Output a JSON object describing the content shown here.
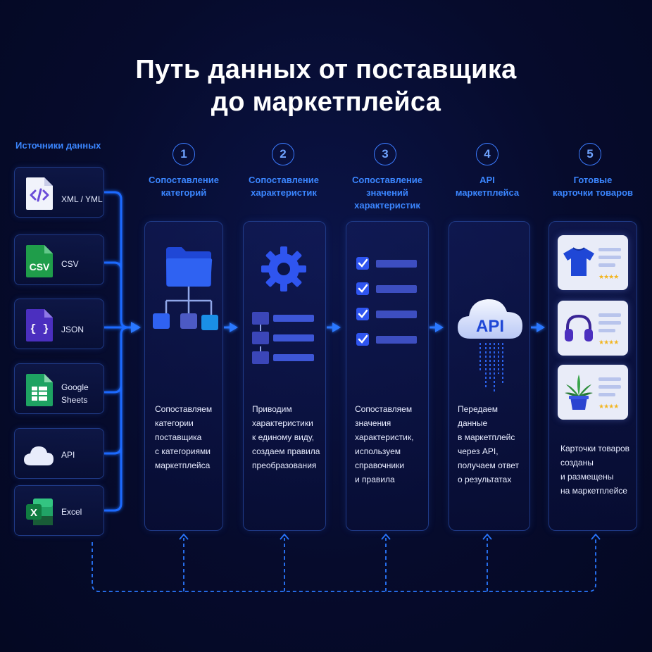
{
  "title": {
    "line1": "Путь данных от поставщика",
    "line2": "до маркетплейса"
  },
  "sources": {
    "heading": "Источники данных",
    "items": [
      {
        "label": "XML / YML",
        "icon": "xml-file-icon"
      },
      {
        "label": "CSV",
        "icon": "csv-file-icon",
        "badge": "CSV"
      },
      {
        "label": "JSON",
        "icon": "json-file-icon",
        "badge": "{ }"
      },
      {
        "label_line1": "Google",
        "label_line2": "Sheets",
        "icon": "google-sheets-icon"
      },
      {
        "label": "API",
        "icon": "cloud-icon"
      },
      {
        "label": "Excel",
        "icon": "excel-icon",
        "badge": "X"
      }
    ]
  },
  "steps": [
    {
      "number": "1",
      "title_lines": [
        "Сопоставление",
        "категорий"
      ],
      "desc_lines": [
        "Сопоставляем",
        "категории",
        "поставщика",
        "с категориями",
        "маркетплейса"
      ],
      "icon": "folder-tree-icon"
    },
    {
      "number": "2",
      "title_lines": [
        "Сопоставление",
        "характеристик"
      ],
      "desc_lines": [
        "Приводим",
        "характеристики",
        "к единому виду,",
        "создаем правила",
        "преобразования"
      ],
      "icon": "gear-icon"
    },
    {
      "number": "3",
      "title_lines": [
        "Сопоставление",
        "значений",
        "характеристик"
      ],
      "desc_lines": [
        "Сопоставляем",
        "значения",
        "характеристик,",
        "используем",
        "справочники",
        "и правила"
      ],
      "icon": "checklist-icon"
    },
    {
      "number": "4",
      "title_lines": [
        "API",
        "маркетплейса"
      ],
      "desc_lines": [
        "Передаем данные",
        "в маркетплейс",
        "через API,",
        "получаем ответ",
        "о результатах"
      ],
      "icon": "api-cloud-icon",
      "cloud_text": "API"
    },
    {
      "number": "5",
      "title_lines": [
        "Готовые",
        "карточки товаров"
      ],
      "desc_lines": [
        "Карточки товаров",
        "созданы",
        "и размещены",
        "на маркетплейсе"
      ],
      "icon": "product-cards-icon",
      "products": [
        {
          "icon": "tshirt-icon",
          "stars": "★★★★"
        },
        {
          "icon": "headphones-icon",
          "stars": "★★★★"
        },
        {
          "icon": "plant-icon",
          "stars": "★★★★"
        }
      ]
    }
  ],
  "colors": {
    "background": "#060b2c",
    "accent_blue": "#3b86ff",
    "connector": "#1f6bff",
    "star": "#f2b51f"
  }
}
